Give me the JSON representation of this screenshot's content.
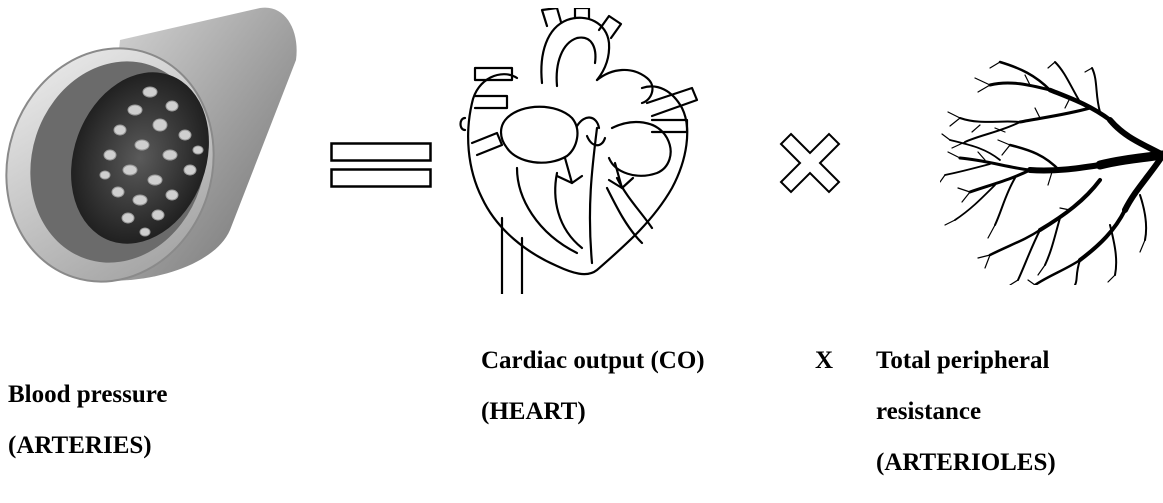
{
  "images": {
    "artery": "artery-cross-section-icon",
    "heart": "heart-anatomy-icon",
    "arterioles": "arteriole-tree-icon"
  },
  "operators": {
    "equals": "equals-icon",
    "multiply": "multiply-icon"
  },
  "labels": {
    "blood_pressure_line1": "Blood pressure",
    "blood_pressure_line2": "(ARTERIES)",
    "cardiac_output_line1": "Cardiac output (CO)",
    "cardiac_output_line2": "(HEART)",
    "times": "X",
    "resistance_line1": "Total peripheral",
    "resistance_line2": "resistance",
    "resistance_line3": "(ARTERIOLES)"
  }
}
